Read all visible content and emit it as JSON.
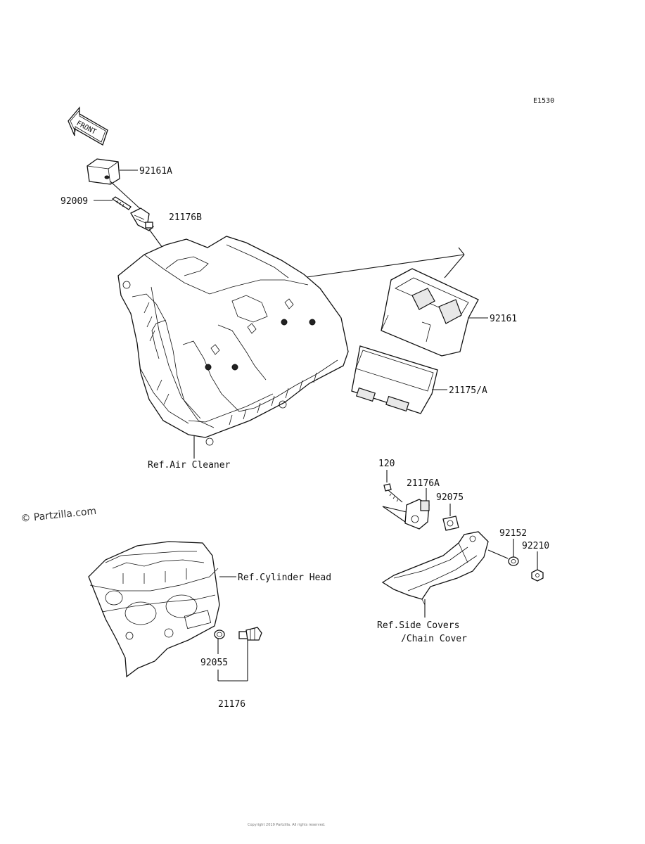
{
  "diagram_id": "E1530",
  "watermark": "© Partzilla.com",
  "front_arrow": "FRONT",
  "labels": {
    "p92161A": "92161A",
    "p92009": "92009",
    "p21176B": "21176B",
    "p92161": "92161",
    "p21175A": "21175/A",
    "ref_air_cleaner": "Ref.Air Cleaner",
    "p120": "120",
    "p21176A": "21176A",
    "p92075": "92075",
    "p92152": "92152",
    "p92210": "92210",
    "ref_cylinder_head": "Ref.Cylinder Head",
    "ref_side_covers_1": "Ref.Side Covers",
    "ref_side_covers_2": "/Chain Cover",
    "p92055": "92055",
    "p21176": "21176"
  },
  "footer": "Copyright 2019 Partzilla. All rights reserved."
}
